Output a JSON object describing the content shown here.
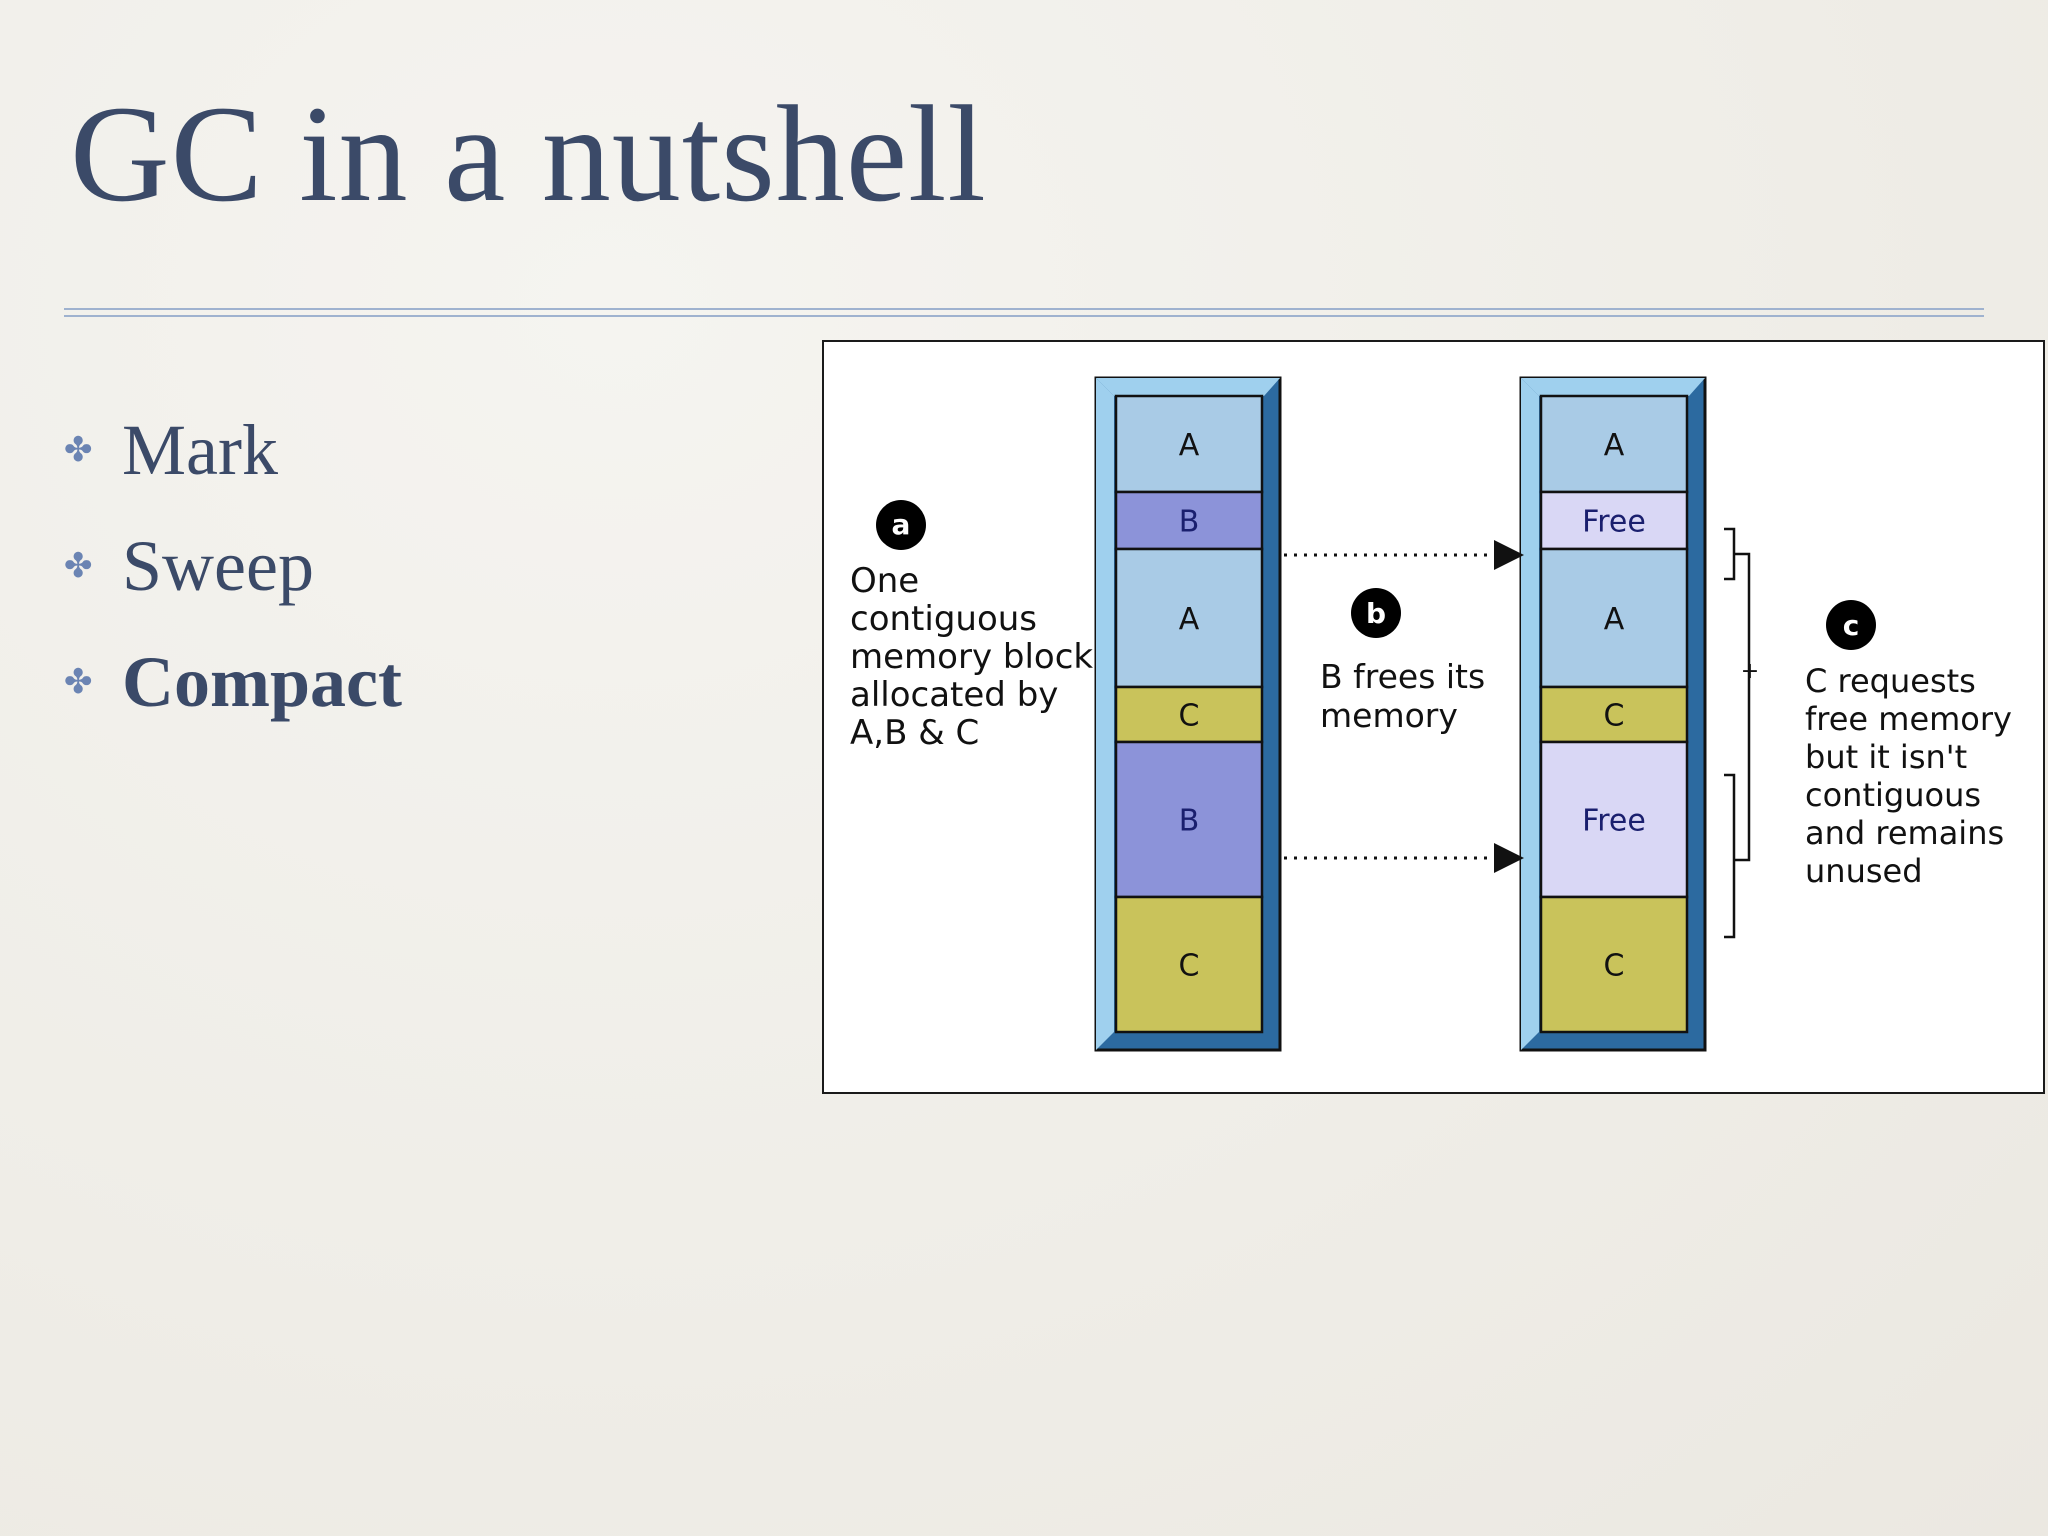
{
  "slide": {
    "title": "GC in a nutshell",
    "bullets": [
      {
        "text": "Mark",
        "emphasis": false
      },
      {
        "text": "Sweep",
        "emphasis": false
      },
      {
        "text": "Compact",
        "emphasis": true
      }
    ],
    "bullet_icon": "four-petal-flower-icon"
  },
  "diagram": {
    "step_a": {
      "badge": "a",
      "caption": [
        "One",
        "contiguous",
        "memory block",
        "allocated by",
        "A,B & C"
      ]
    },
    "step_b": {
      "badge": "b",
      "caption": [
        "B frees its",
        "memory"
      ]
    },
    "step_c": {
      "badge": "c",
      "caption": [
        "C  requests",
        "free memory",
        "but it isn't",
        "contiguous",
        "and remains",
        "unused"
      ]
    },
    "plus_sign": "+",
    "left_blocks": [
      {
        "label": "A",
        "kind": "A"
      },
      {
        "label": "B",
        "kind": "B"
      },
      {
        "label": "A",
        "kind": "A"
      },
      {
        "label": "C",
        "kind": "C"
      },
      {
        "label": "B",
        "kind": "B"
      },
      {
        "label": "C",
        "kind": "C"
      }
    ],
    "right_blocks": [
      {
        "label": "A",
        "kind": "A"
      },
      {
        "label": "Free",
        "kind": "Free"
      },
      {
        "label": "A",
        "kind": "A"
      },
      {
        "label": "C",
        "kind": "C"
      },
      {
        "label": "Free",
        "kind": "Free"
      },
      {
        "label": "C",
        "kind": "C"
      }
    ],
    "colors": {
      "A": "#a9cbe6",
      "B": "#8c93d9",
      "C": "#c9c35b",
      "Free": "#d9d7f5",
      "column_frame": "#2c6aa0",
      "column_bevel": "#9fd0ee"
    }
  }
}
